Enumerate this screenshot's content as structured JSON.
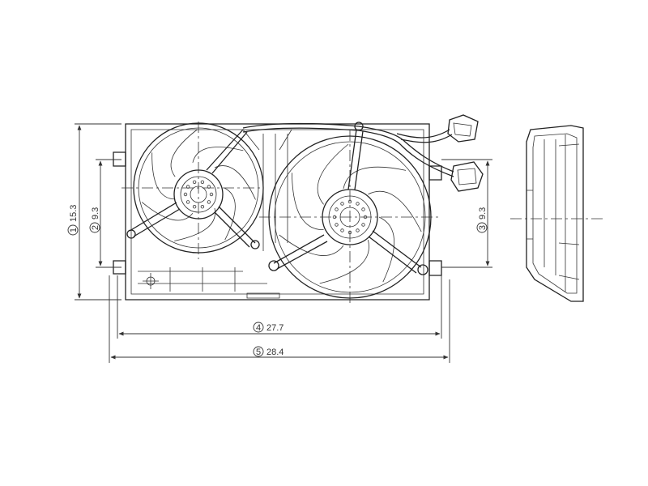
{
  "dimensions": [
    {
      "id": "d1",
      "number": "1",
      "value": "15.3"
    },
    {
      "id": "d2",
      "number": "2",
      "value": "9.3"
    },
    {
      "id": "d3",
      "number": "3",
      "value": "9.3"
    },
    {
      "id": "d4",
      "number": "4",
      "value": "27.7"
    },
    {
      "id": "d5",
      "number": "5",
      "value": "28.4"
    }
  ],
  "colors": {
    "line": "#222222",
    "background": "#ffffff"
  }
}
